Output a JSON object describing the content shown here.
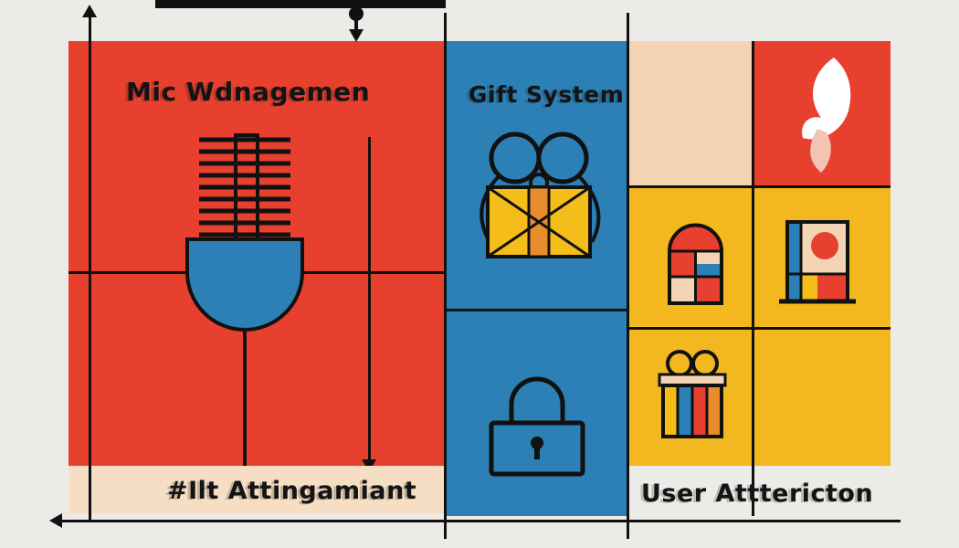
{
  "labels": {
    "mic_panel": "Mic Wdnagemen",
    "gift_panel": "Gift System",
    "caption_left": "#Ilt Attingamiant",
    "caption_right": "User Atttericton"
  },
  "icons": {
    "mic": "microphone-icon",
    "gift": "gift-box-icon",
    "lock": "padlock-icon",
    "bird": "bird-swoosh-logo-icon",
    "window_arched": "arched-window-icon",
    "window_square": "square-window-icon",
    "gift_striped": "striped-gift-icon"
  },
  "colors": {
    "red": "#E8402E",
    "blue": "#2C80B5",
    "yellow": "#F3B81F",
    "cream": "#F3D3B3",
    "cream_light": "#F6DEC5",
    "orange": "#EA8C2B",
    "background": "#EDEBE8",
    "line": "#111111",
    "white": "#FFFFFF"
  }
}
